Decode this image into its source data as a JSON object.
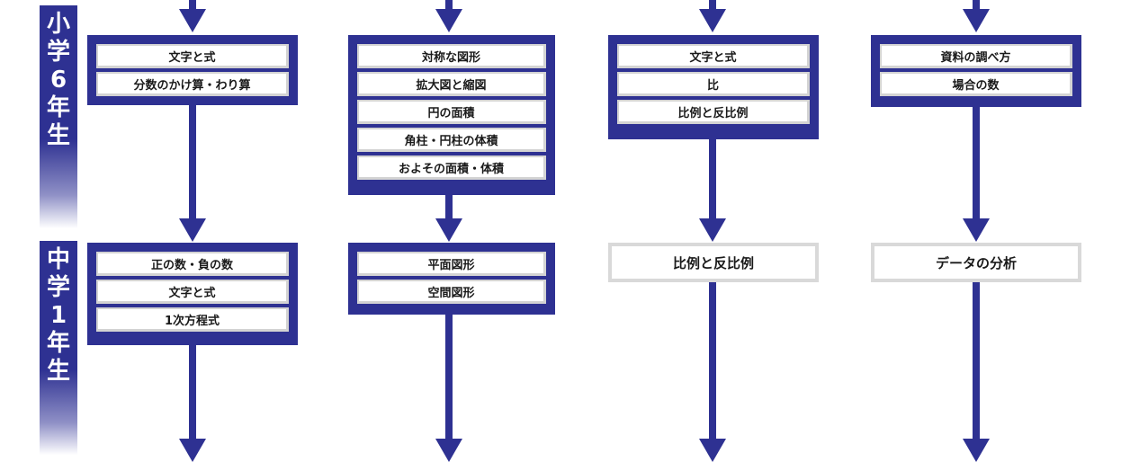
{
  "grades": {
    "elementary6": [
      "小",
      "学",
      "6",
      "年",
      "生"
    ],
    "junior1": [
      "中",
      "学",
      "1",
      "年",
      "生"
    ]
  },
  "columns": [
    {
      "elementary6": [
        "文字と式",
        "分数のかけ算・わり算"
      ],
      "junior1": [
        "正の数・負の数",
        "文字と式",
        "1次方程式"
      ]
    },
    {
      "elementary6": [
        "対称な図形",
        "拡大図と縮図",
        "円の面積",
        "角柱・円柱の体積",
        "およその面積・体積"
      ],
      "junior1": [
        "平面図形",
        "空間図形"
      ]
    },
    {
      "elementary6": [
        "文字と式",
        "比",
        "比例と反比例"
      ],
      "junior1_plain": "比例と反比例"
    },
    {
      "elementary6": [
        "資料の調べ方",
        "場合の数"
      ],
      "junior1_plain": "データの分析"
    }
  ]
}
